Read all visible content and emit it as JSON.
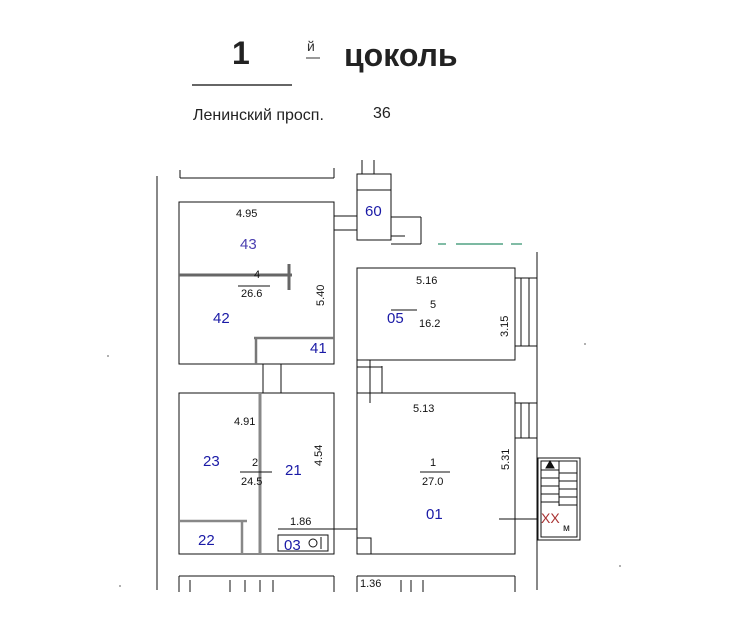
{
  "header": {
    "floor_number": "1",
    "floor_suffix": "й",
    "floor_word": "цоколь",
    "street": "Ленинский просп.",
    "house_number": "36"
  },
  "rooms": {
    "r4": {
      "top_dim": "4.95",
      "number": "4",
      "area": "26.6",
      "side_dim": "5.40"
    },
    "r5": {
      "top_dim": "5.16",
      "number": "5",
      "area": "16.2",
      "side_dim": "3.15"
    },
    "r2": {
      "top_dim": "4.91",
      "number": "2",
      "area": "24.5",
      "side_dim": "4.54"
    },
    "r1": {
      "top_dim": "5.13",
      "number": "1",
      "area": "27.0",
      "side_dim": "5.31"
    },
    "corridor": {
      "dim": "1.86"
    },
    "bottom": {
      "dim": "1.36"
    }
  },
  "labels": {
    "l60": "60",
    "l43": "43",
    "l42": "42",
    "l41": "41",
    "l05": "05",
    "l23": "23",
    "l21": "21",
    "l22": "22",
    "l03": "03",
    "l01": "01"
  },
  "marks": {
    "xx": "XX",
    "m": "м"
  }
}
